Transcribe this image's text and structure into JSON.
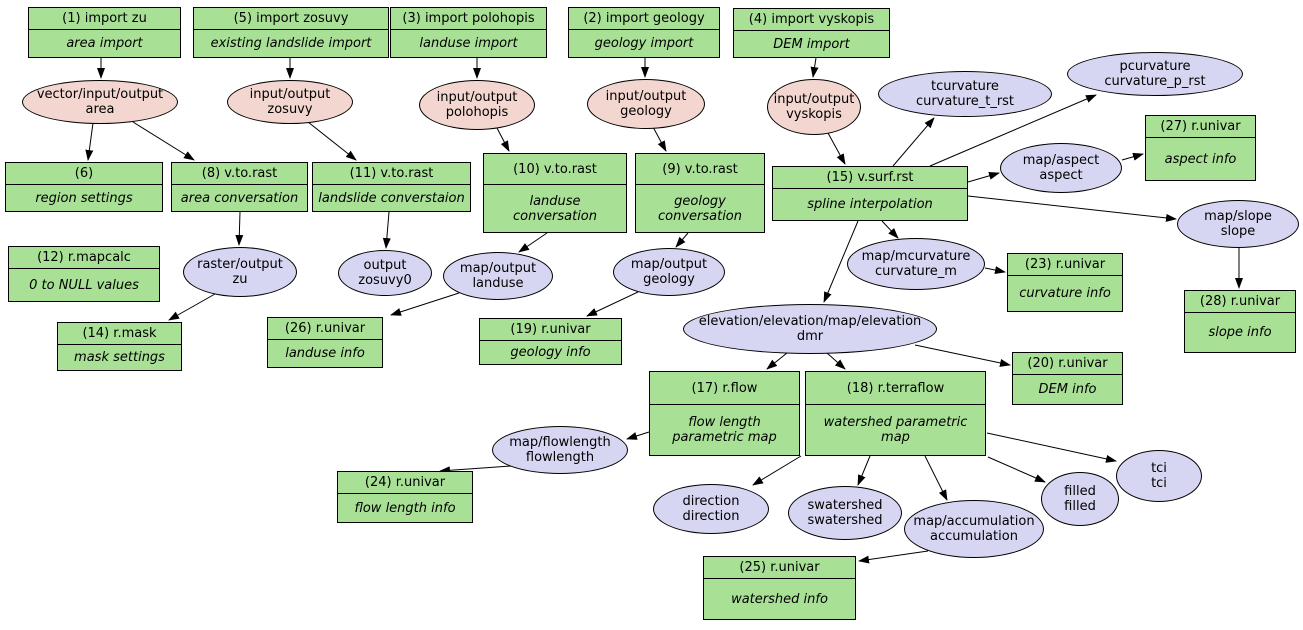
{
  "diagram": {
    "colors": {
      "background": "#ffffff",
      "module_fill": "#a8e196",
      "input_data_fill": "#f4d6d0",
      "output_data_fill": "#d7d6f2",
      "border": "#000000",
      "edge": "#000000"
    },
    "modules": [
      {
        "title": "(1) import zu",
        "subtitle": "area import"
      },
      {
        "title": "(5) import zosuvy",
        "subtitle": "existing landslide import"
      },
      {
        "title": "(3) import polohopis",
        "subtitle": "landuse import"
      },
      {
        "title": "(2) import geology",
        "subtitle": "geology import"
      },
      {
        "title": "(4) import vyskopis",
        "subtitle": "DEM import"
      },
      {
        "title": "(6)",
        "subtitle": "region settings"
      },
      {
        "title": "(8) v.to.rast",
        "subtitle": "area conversation"
      },
      {
        "title": "(11) v.to.rast",
        "subtitle": "landslide converstaion"
      },
      {
        "title": "(10) v.to.rast",
        "subtitle": "landuse\nconversation"
      },
      {
        "title": "(9) v.to.rast",
        "subtitle": "geology\nconversation"
      },
      {
        "title": "(15) v.surf.rst",
        "subtitle": "spline interpolation"
      },
      {
        "title": "(12) r.mapcalc",
        "subtitle": "0 to NULL values"
      },
      {
        "title": "(14) r.mask",
        "subtitle": "mask settings"
      },
      {
        "title": "(26) r.univar",
        "subtitle": "landuse info"
      },
      {
        "title": "(19) r.univar",
        "subtitle": "geology info"
      },
      {
        "title": "(23) r.univar",
        "subtitle": "curvature info"
      },
      {
        "title": "(27) r.univar",
        "subtitle": "aspect info"
      },
      {
        "title": "(28) r.univar",
        "subtitle": "slope info"
      },
      {
        "title": "(20) r.univar",
        "subtitle": "DEM info"
      },
      {
        "title": "(17) r.flow",
        "subtitle": "flow length\nparametric map"
      },
      {
        "title": "(18) r.terraflow",
        "subtitle": "watershed parametric\nmap"
      },
      {
        "title": "(24) r.univar",
        "subtitle": "flow length info"
      },
      {
        "title": "(25) r.univar",
        "subtitle": "watershed info"
      }
    ],
    "data_nodes": [
      {
        "label": "vector/input/output\narea",
        "kind": "input"
      },
      {
        "label": "input/output\nzosuvy",
        "kind": "input"
      },
      {
        "label": "input/output\npolohopis",
        "kind": "input"
      },
      {
        "label": "input/output\ngeology",
        "kind": "input"
      },
      {
        "label": "input/output\nvyskopis",
        "kind": "input"
      },
      {
        "label": "tcurvature\ncurvature_t_rst",
        "kind": "output"
      },
      {
        "label": "pcurvature\ncurvature_p_rst",
        "kind": "output"
      },
      {
        "label": "map/aspect\naspect",
        "kind": "output"
      },
      {
        "label": "map/slope\nslope",
        "kind": "output"
      },
      {
        "label": "map/mcurvature\ncurvature_m",
        "kind": "output"
      },
      {
        "label": "raster/output\nzu",
        "kind": "output"
      },
      {
        "label": "output\nzosuvy0",
        "kind": "output"
      },
      {
        "label": "map/output\nlanduse",
        "kind": "output"
      },
      {
        "label": "map/output\ngeology",
        "kind": "output"
      },
      {
        "label": "elevation/elevation/map/elevation\ndmr",
        "kind": "output"
      },
      {
        "label": "map/flowlength\nflowlength",
        "kind": "output"
      },
      {
        "label": "direction\ndirection",
        "kind": "output"
      },
      {
        "label": "swatershed\nswatershed",
        "kind": "output"
      },
      {
        "label": "map/accumulation\naccumulation",
        "kind": "output"
      },
      {
        "label": "filled\nfilled",
        "kind": "output"
      },
      {
        "label": "tci\ntci",
        "kind": "output"
      }
    ],
    "edges": [
      {
        "from": "import-zu",
        "to": "vector-area"
      },
      {
        "from": "vector-area",
        "to": "region-settings-6"
      },
      {
        "from": "vector-area",
        "to": "v-to-rast-8"
      },
      {
        "from": "import-zosuvy",
        "to": "zosuvy"
      },
      {
        "from": "zosuvy",
        "to": "v-to-rast-11"
      },
      {
        "from": "import-polohopis",
        "to": "polohopis"
      },
      {
        "from": "polohopis",
        "to": "v-to-rast-10"
      },
      {
        "from": "import-geology",
        "to": "geology"
      },
      {
        "from": "geology",
        "to": "v-to-rast-9"
      },
      {
        "from": "import-vyskopis",
        "to": "vyskopis"
      },
      {
        "from": "vyskopis",
        "to": "v-surf-rst-15"
      },
      {
        "from": "v-surf-rst-15",
        "to": "tcurvature"
      },
      {
        "from": "v-surf-rst-15",
        "to": "pcurvature"
      },
      {
        "from": "v-surf-rst-15",
        "to": "map-aspect"
      },
      {
        "from": "map-aspect",
        "to": "r-univar-27"
      },
      {
        "from": "v-surf-rst-15",
        "to": "map-slope"
      },
      {
        "from": "map-slope",
        "to": "r-univar-28"
      },
      {
        "from": "v-surf-rst-15",
        "to": "map-mcurvature"
      },
      {
        "from": "map-mcurvature",
        "to": "r-univar-23"
      },
      {
        "from": "v-surf-rst-15",
        "to": "elevation-dmr"
      },
      {
        "from": "elevation-dmr",
        "to": "r-univar-20"
      },
      {
        "from": "elevation-dmr",
        "to": "r-flow-17"
      },
      {
        "from": "elevation-dmr",
        "to": "r-terraflow-18"
      },
      {
        "from": "r-flow-17",
        "to": "map-flowlength"
      },
      {
        "from": "r-terraflow-18",
        "to": "direction"
      },
      {
        "from": "r-terraflow-18",
        "to": "swatershed"
      },
      {
        "from": "r-terraflow-18",
        "to": "map-accumulation"
      },
      {
        "from": "r-terraflow-18",
        "to": "filled"
      },
      {
        "from": "r-terraflow-18",
        "to": "tci"
      },
      {
        "from": "map-accumulation",
        "to": "r-univar-25"
      },
      {
        "from": "raster-output-zu",
        "to": "r-mask-14"
      },
      {
        "from": "map-output-landuse",
        "to": "r-univar-26"
      },
      {
        "from": "map-flowlength",
        "to": "r-univar-24"
      },
      {
        "from": "map-output-geology",
        "to": "r-univar-19"
      },
      {
        "from": "v-to-rast-11",
        "to": "output-zosuvy0"
      },
      {
        "from": "v-to-rast-8",
        "to": "raster-output-zu"
      },
      {
        "from": "v-to-rast-10",
        "to": "map-output-landuse"
      },
      {
        "from": "v-to-rast-9",
        "to": "map-output-geology"
      }
    ]
  }
}
